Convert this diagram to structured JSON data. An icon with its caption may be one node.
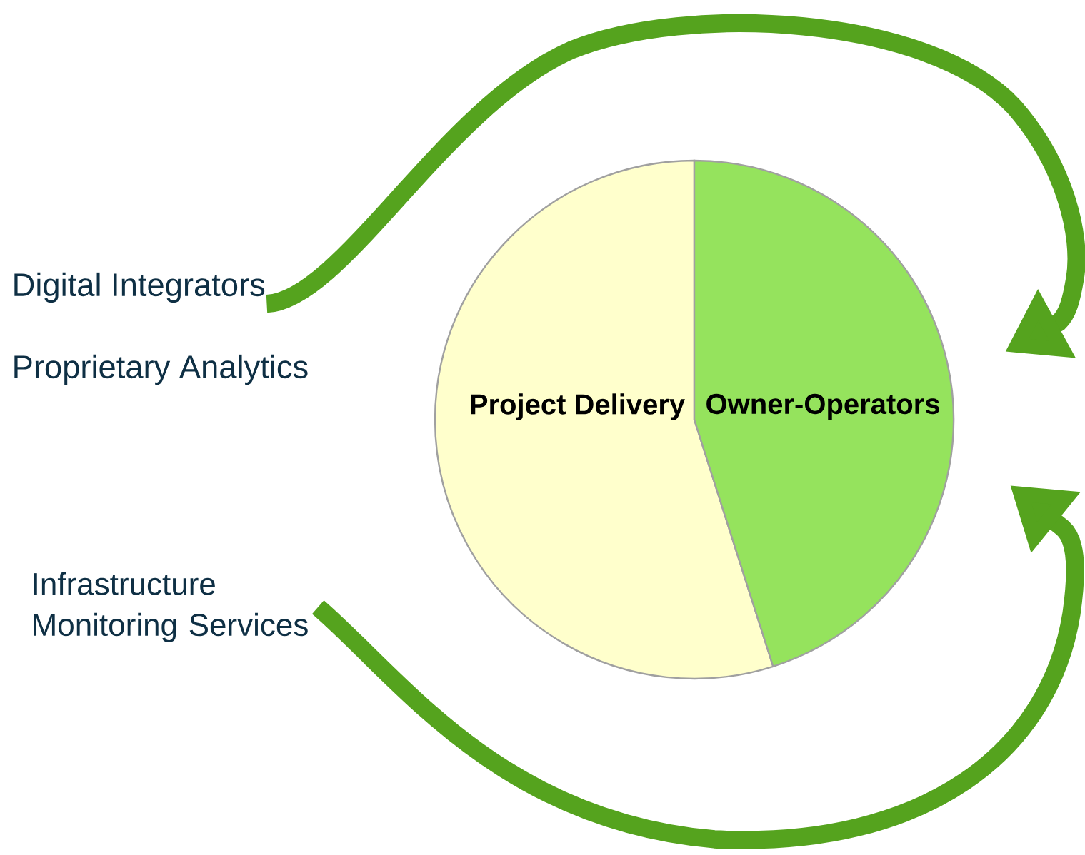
{
  "diagram": {
    "nodes": [
      {
        "text": [
          "Digital Integrators"
        ]
      },
      {
        "text": [
          "Proprietary Analytics"
        ]
      },
      {
        "text": [
          "Infrastructure Monitoring Services"
        ]
      },
      {
        "text": [
          "Project Delivery"
        ]
      },
      {
        "text": [
          "Owner-Operators"
        ]
      }
    ],
    "edges": [
      {
        "from": 0,
        "to": null,
        "arrow": "to"
      },
      {
        "from": 2,
        "to": null,
        "arrow": "to"
      }
    ]
  }
}
